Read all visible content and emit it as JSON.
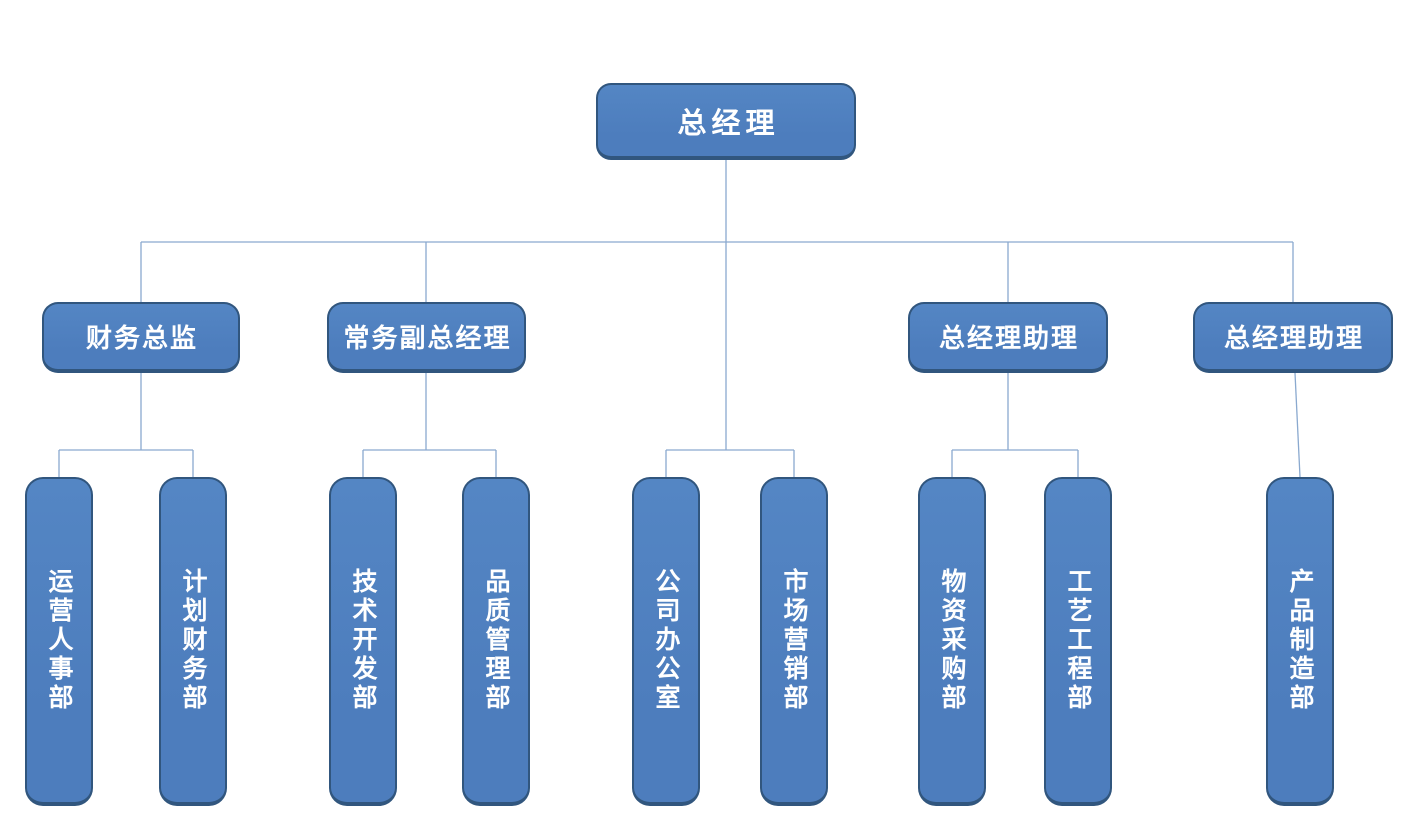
{
  "org_chart": {
    "title": "company-organization-chart",
    "root": {
      "label": "总经理"
    },
    "branches": [
      {
        "manager": "财务总监",
        "departments": [
          "运营人事部",
          "计划财务部"
        ]
      },
      {
        "manager": "常务副总经理",
        "departments": [
          "技术开发部",
          "品质管理部"
        ]
      },
      {
        "departments": [
          "公司办公室",
          "市场营销部"
        ]
      },
      {
        "manager": "总经理助理",
        "departments": [
          "物资采购部",
          "工艺工程部"
        ]
      },
      {
        "manager": "总经理助理",
        "departments": [
          "产品制造部"
        ]
      }
    ],
    "colors": {
      "box_fill": "#4d7dbd",
      "box_fill_light": "#5486c4",
      "box_border": "#31567e",
      "connector": "#8aa9cf",
      "text": "#ffffff",
      "background": "#ffffff"
    }
  }
}
